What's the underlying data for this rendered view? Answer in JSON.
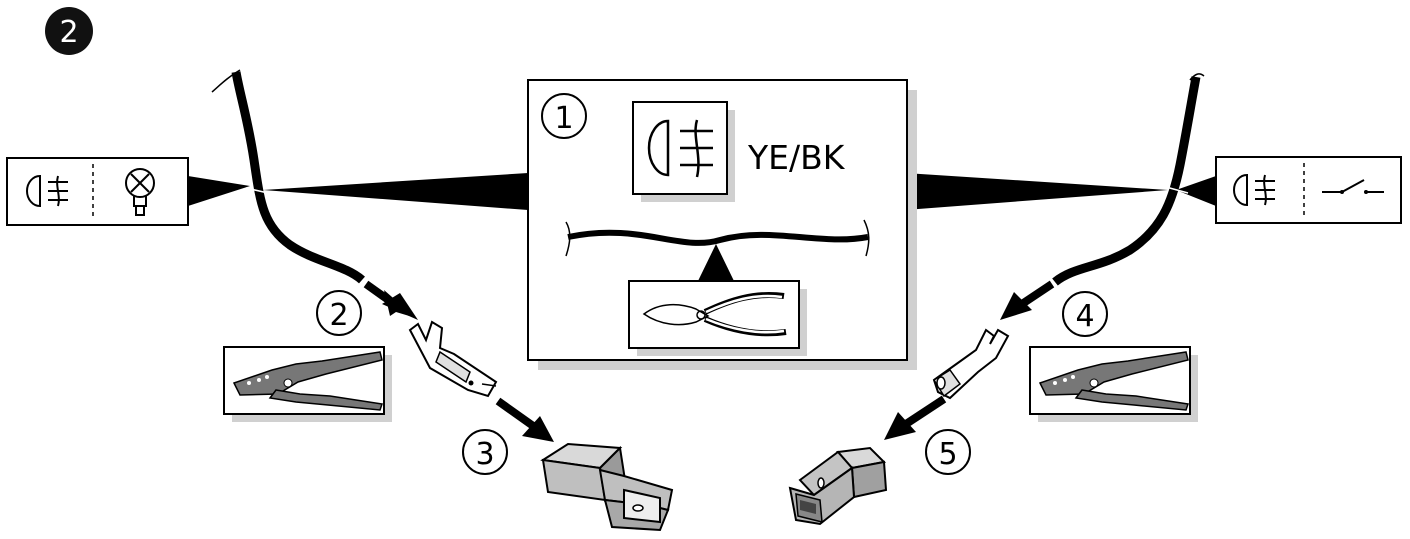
{
  "step": {
    "number": "2"
  },
  "center_panel": {
    "callout": "1",
    "wire_color_label": "YE/BK",
    "symbol": "fog-light-icon",
    "tool": "side-cutter-icon"
  },
  "left_badge": {
    "symbols": [
      "fog-light-icon",
      "bulb-icon"
    ]
  },
  "right_badge": {
    "symbols": [
      "fog-light-icon",
      "switch-icon"
    ]
  },
  "callouts": [
    {
      "id": "2",
      "tool": "crimping-tool-icon",
      "part": "male-terminal"
    },
    {
      "id": "3",
      "part": "male-connector-housing"
    },
    {
      "id": "4",
      "tool": "crimping-tool-icon",
      "part": "female-terminal"
    },
    {
      "id": "5",
      "part": "female-connector-housing"
    }
  ],
  "colors": {
    "ink": "#000000",
    "connector_fill": "#bfbfbf",
    "shadow": "#cfcfcf"
  }
}
